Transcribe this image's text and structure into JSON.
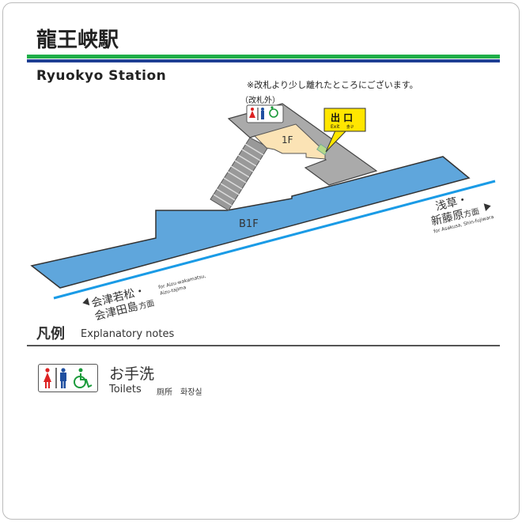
{
  "title": "龍王峡駅",
  "subtitle": "Ryuokyo Station",
  "colors": {
    "green": "#1fae48",
    "navy": "#1f3f94",
    "platform": "#5fa6dc",
    "track": "#1a9be6",
    "concourse": "#aaaaaa",
    "floor1": "#fbe3b5",
    "exit_sign": "#ffe600"
  },
  "map": {
    "note": "※改札より少し離れたところにございます。",
    "outside_gates": "（改札外）",
    "floor_1f": "1F",
    "floor_b1f": "B1F",
    "exit": {
      "ja": "出 口",
      "en": "Exit",
      "ko": "출구"
    },
    "dir_right": {
      "ja1": "浅草・",
      "ja2": "新藤原",
      "ja_suffix": "方面",
      "en": "for Asakusa, Shin-fujiwara"
    },
    "dir_left": {
      "ja1": "会津若松・",
      "ja2": "会津田島",
      "ja_suffix": "方面",
      "en1": "for Aizu-wakamatsu,",
      "en2": "Aizu-tajima"
    }
  },
  "legend": {
    "heading": "凡例",
    "heading_en": "Explanatory notes",
    "items": [
      {
        "icon": "toilet-icon",
        "ja": "お手洗",
        "en": "Toilets",
        "zh": "厕所",
        "ko": "화장실"
      }
    ]
  }
}
